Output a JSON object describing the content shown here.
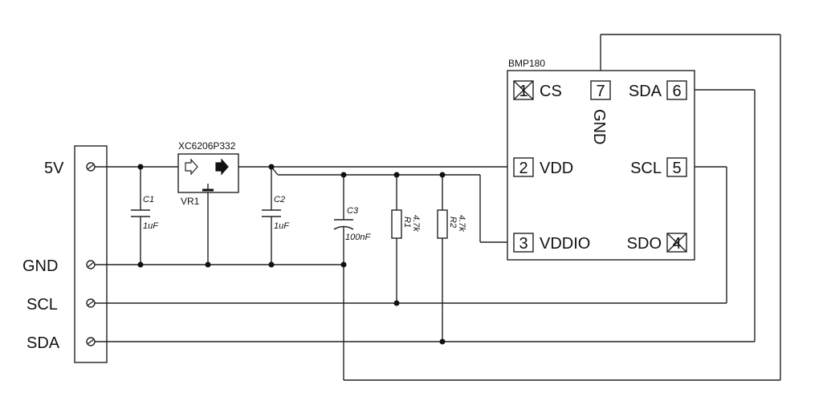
{
  "connector": {
    "pins": [
      "5V",
      "GND",
      "SCL",
      "SDA"
    ]
  },
  "regulator": {
    "part": "XC6206P332",
    "ref": "VR1"
  },
  "capacitors": [
    {
      "ref": "C1",
      "value": "1uF"
    },
    {
      "ref": "C2",
      "value": "1uF"
    },
    {
      "ref": "C3",
      "value": "100nF"
    }
  ],
  "resistors": [
    {
      "ref": "R1",
      "value": "4.7k"
    },
    {
      "ref": "R2",
      "value": "4.7k"
    }
  ],
  "sensor": {
    "name": "BMP180",
    "pins": {
      "p1": {
        "num": "1",
        "name": "CS"
      },
      "p2": {
        "num": "2",
        "name": "VDD"
      },
      "p3": {
        "num": "3",
        "name": "VDDIO"
      },
      "p4": {
        "num": "4",
        "name": "SDO"
      },
      "p5": {
        "num": "5",
        "name": "SCL"
      },
      "p6": {
        "num": "6",
        "name": "SDA"
      },
      "p7": {
        "num": "7",
        "name": "GND"
      }
    }
  }
}
